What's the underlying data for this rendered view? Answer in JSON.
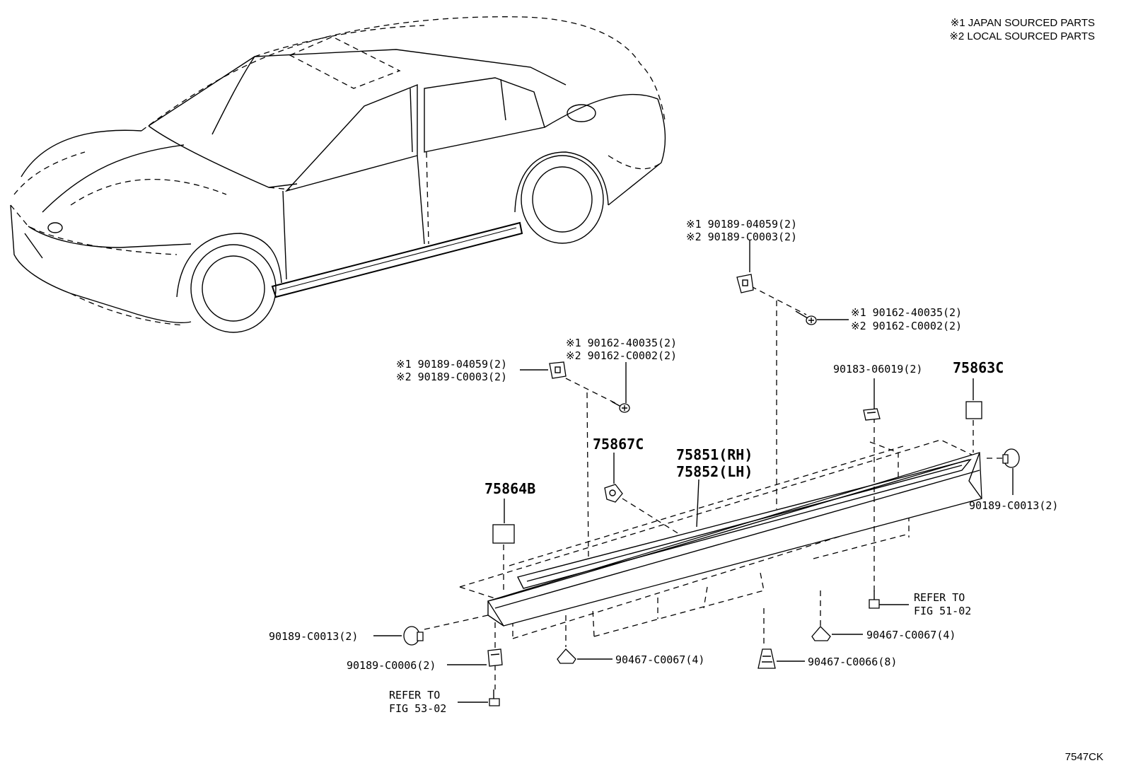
{
  "legend": {
    "line1": "※1 JAPAN SOURCED PARTS",
    "line2": "※2 LOCAL SOURCED PARTS"
  },
  "figure_code": "7547CK",
  "labels": {
    "clip_top_right": {
      "a": "※1 90189-04059(2)",
      "b": "※2 90189-C0003(2)"
    },
    "screw_top_right": {
      "a": "※1 90162-40035(2)",
      "b": "※2 90162-C0002(2)"
    },
    "screw_mid": {
      "a": "※1 90162-40035(2)",
      "b": "※2 90162-C0002(2)"
    },
    "clip_mid": {
      "a": "※1 90189-04059(2)",
      "b": "※2 90189-C0003(2)"
    },
    "nut_right": "90183-06019(2)",
    "tag_75863c": "75863C",
    "tag_75867c": "75867C",
    "moulding": {
      "rh": "75851(RH)",
      "lh": "75852(LH)"
    },
    "tag_75864b": "75864B",
    "grommet_right": "90189-C0013(2)",
    "grommet_left": "90189-C0013(2)",
    "clip_left": "90189-C0006(2)",
    "refer_left": {
      "a": "REFER TO",
      "b": "FIG 53-02"
    },
    "clip_bottom_mid": "90467-C0067(4)",
    "clip_bottom_right": "90467-C0066(8)",
    "clip_right_lower": "90467-C0067(4)",
    "refer_right": {
      "a": "REFER TO",
      "b": "FIG 51-02"
    }
  }
}
